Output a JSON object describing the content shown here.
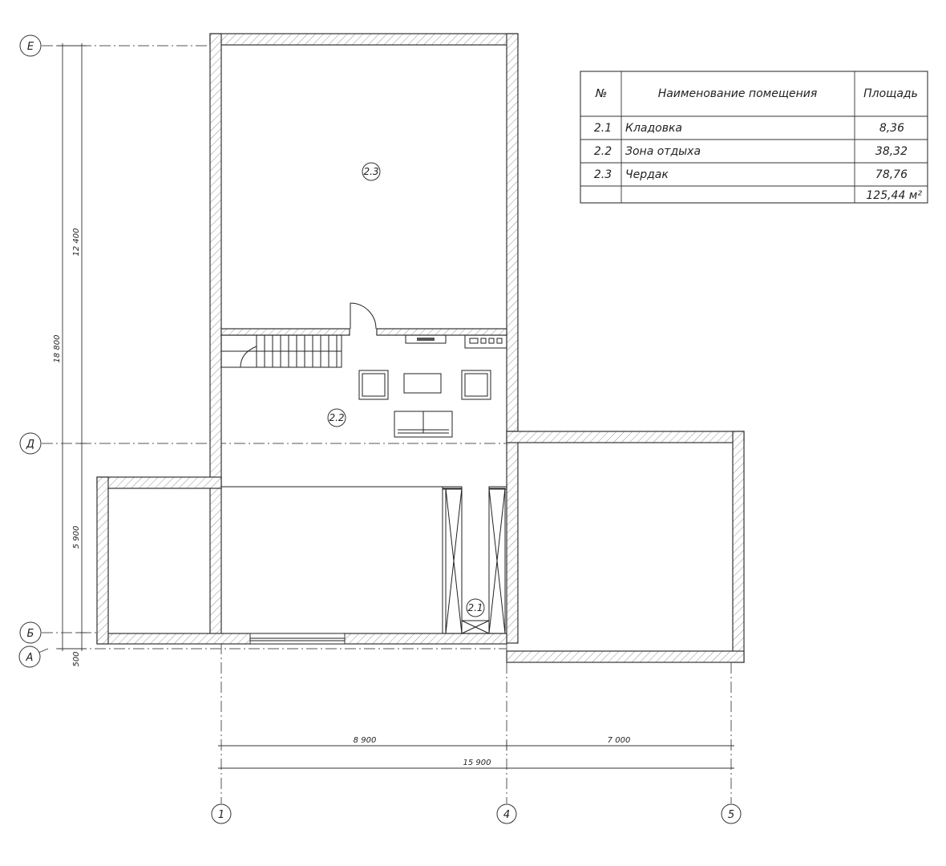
{
  "axes": {
    "rows": [
      "Е",
      "Д",
      "Б",
      "А"
    ],
    "cols": [
      "1",
      "4",
      "5"
    ]
  },
  "dimensions": {
    "vertical_total": "18 800",
    "vertical_upper": "12 400",
    "vertical_middle": "5 900",
    "vertical_lower": "500",
    "horizontal_left": "8 900",
    "horizontal_right": "7 000",
    "horizontal_total": "15 900"
  },
  "room_tags": [
    "2.1",
    "2.2",
    "2.3"
  ],
  "room_table": {
    "headers": [
      "№",
      "Наименование помещения",
      "Площадь"
    ],
    "rows": [
      {
        "num": "2.1",
        "name": "Кладовка",
        "area": "8,36"
      },
      {
        "num": "2.2",
        "name": "Зона отдыха",
        "area": "38,32"
      },
      {
        "num": "2.3",
        "name": "Чердак",
        "area": "78,76"
      }
    ],
    "total": "125,44 м²"
  }
}
